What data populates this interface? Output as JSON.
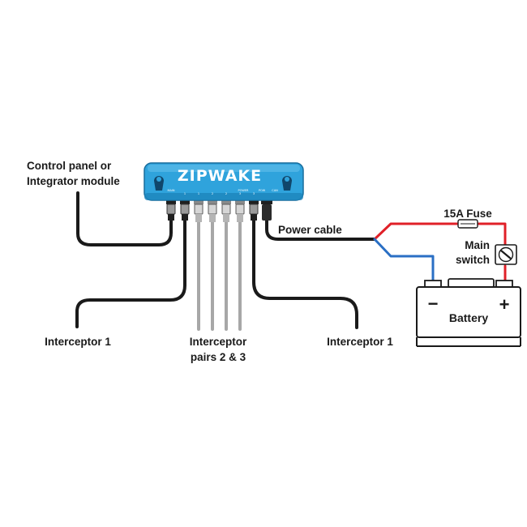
{
  "device": {
    "brand": "ZIPWAKE",
    "port_labels": [
      "MAIN",
      "1",
      "1",
      "2",
      "2",
      "3",
      "3",
      "POWER",
      "POW",
      "CAN"
    ]
  },
  "labels": {
    "control_panel_line1": "Control panel or",
    "control_panel_line2": "Integrator module",
    "power_cable": "Power cable",
    "fuse": "15A Fuse",
    "main_switch_line1": "Main",
    "main_switch_line2": "switch",
    "battery": "Battery",
    "battery_minus": "−",
    "battery_plus": "+",
    "interceptor_left": "Interceptor 1",
    "interceptor_pairs_line1": "Interceptor",
    "interceptor_pairs_line2": "pairs 2 & 3",
    "interceptor_right": "Interceptor 1"
  },
  "colors": {
    "device_blue": "#2fa3dc",
    "cable_black": "#1a1a1a",
    "cable_grey": "#a7a7a7",
    "wire_red": "#e02028",
    "wire_blue": "#2a6fc4"
  }
}
